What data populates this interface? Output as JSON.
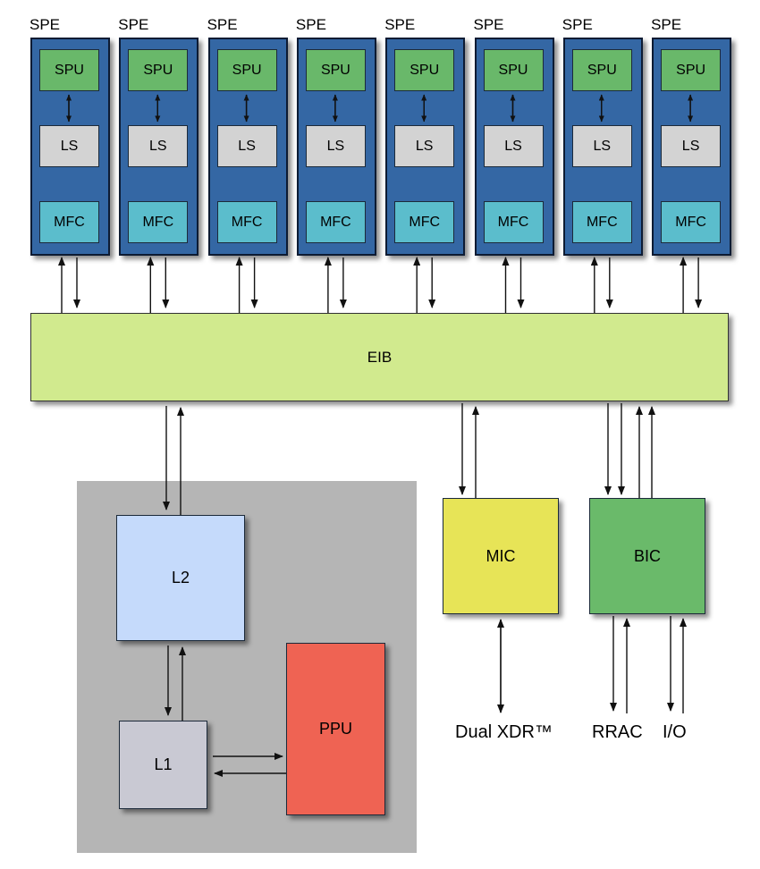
{
  "spe_units": [
    {
      "label": "SPE",
      "spu": "SPU",
      "ls": "LS",
      "mfc": "MFC"
    },
    {
      "label": "SPE",
      "spu": "SPU",
      "ls": "LS",
      "mfc": "MFC"
    },
    {
      "label": "SPE",
      "spu": "SPU",
      "ls": "LS",
      "mfc": "MFC"
    },
    {
      "label": "SPE",
      "spu": "SPU",
      "ls": "LS",
      "mfc": "MFC"
    },
    {
      "label": "SPE",
      "spu": "SPU",
      "ls": "LS",
      "mfc": "MFC"
    },
    {
      "label": "SPE",
      "spu": "SPU",
      "ls": "LS",
      "mfc": "MFC"
    },
    {
      "label": "SPE",
      "spu": "SPU",
      "ls": "LS",
      "mfc": "MFC"
    },
    {
      "label": "SPE",
      "spu": "SPU",
      "ls": "LS",
      "mfc": "MFC"
    }
  ],
  "eib": {
    "label": "EIB"
  },
  "ppe": {
    "l2": "L2",
    "l1": "L1",
    "ppu": "PPU"
  },
  "mic": {
    "label": "MIC",
    "external": "Dual XDR™"
  },
  "bic": {
    "label": "BIC",
    "external_rrac": "RRAC",
    "external_io": "I/O"
  },
  "colors": {
    "spe": "#3467a4",
    "spu": "#69b86a",
    "ls": "#d3d3d3",
    "mfc": "#5bbdcc",
    "eib": "#d1ea8e",
    "l2": "#c5dafb",
    "l1": "#c9c9d3",
    "ppu": "#ef6353",
    "mic": "#e7e457",
    "bic": "#6aba6a",
    "ppe_area": "#b5b5b5"
  }
}
